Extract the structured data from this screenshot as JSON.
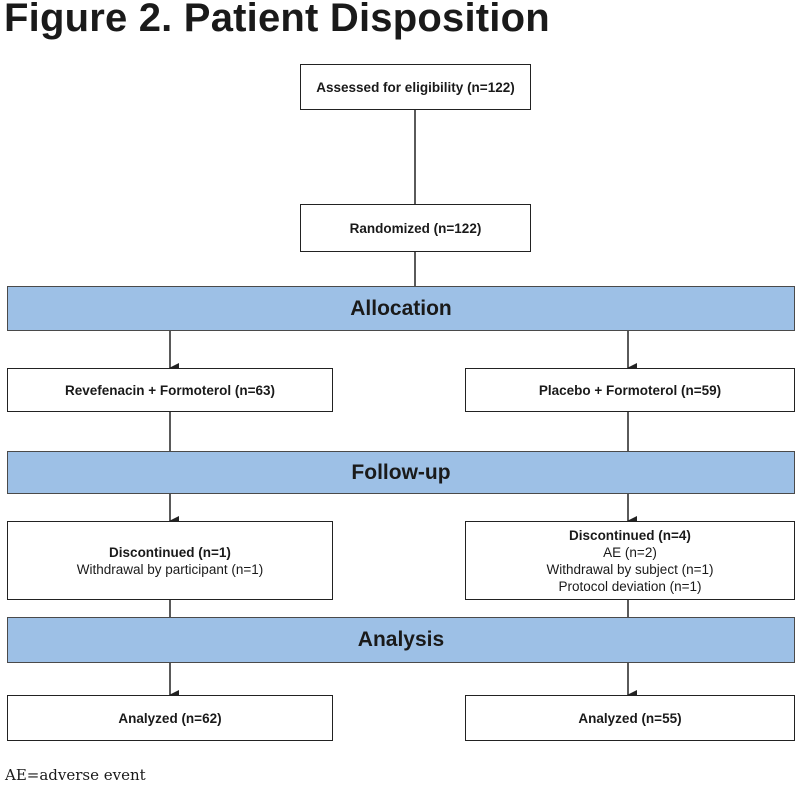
{
  "title": "Figure 2. Patient Disposition",
  "boxes": {
    "assessed": "Assessed for eligibility (n=122)",
    "randomized": "Randomized (n=122)",
    "left_arm": "Revefenacin + Formoterol (n=63)",
    "right_arm": "Placebo + Formoterol (n=59)",
    "left_discontinued": {
      "heading": "Discontinued (n=1)",
      "lines": [
        "Withdrawal by participant (n=1)"
      ]
    },
    "right_discontinued": {
      "heading": "Discontinued (n=4)",
      "lines": [
        "AE (n=2)",
        "Withdrawal by subject (n=1)",
        "Protocol deviation (n=1)"
      ]
    },
    "left_analyzed": "Analyzed (n=62)",
    "right_analyzed": "Analyzed (n=55)"
  },
  "bands": {
    "allocation": "Allocation",
    "followup": "Follow-up",
    "analysis": "Analysis"
  },
  "footnote": "AE=adverse event",
  "colors": {
    "band_fill": "#9dc0e6",
    "line": "#222222"
  }
}
